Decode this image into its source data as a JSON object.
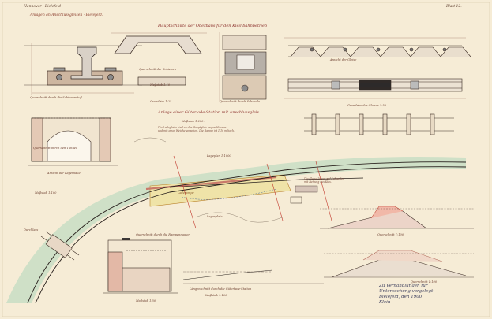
{
  "sheet": {
    "top_left_label": "Hannover - Bielefeld",
    "sheet_label": "Blatt 12.",
    "subtitle": "Anlagen an Anschlussgleisen - Bielefeld.",
    "main_title": "Hauptschnitte der Oberbaus für den Kleinbahnbetrieb",
    "station_title": "Anlage einer Güterlade-Station mit Anschlussgleis",
    "scale_label": "Maßstab 1:250.",
    "signature": "Zu Verhandlungen für\nUntersuchung vorgelegt\nBielefeld, den 1900\nKlein"
  },
  "labels": {
    "cross_section_rail": "Querschnitt durch die Schienenstoß",
    "rail_profile": "Querschnitt der Schienen",
    "rail_scale": "Maßstab 1:10",
    "sleeper_plan": "Querschnitt durch Schwelle",
    "sleeper_scale": "Grundriss 1:25",
    "longitudinal": "Ansicht der Gleise",
    "plan_track": "Grundriss des Gleises 1:50",
    "tunnel": "Querschnitt durch den Tunnel",
    "tunnel_scale": "Maßstab 1:100",
    "gate": "Ansicht der Lagerhalle",
    "station_plan": "Lageplan 1:1000",
    "ramp": "Laderampe",
    "storage": "Lagerplatz",
    "cross_section_a": "Querschnitt 1:100",
    "cross_section_b": "Querschnitt 1:100",
    "long_section": "Längenschnitt durch die Güterlade-Station",
    "foundation": "Querschnitt durch die Rampenmauer",
    "foundation_scale": "Maßstab 1:50",
    "profile_scale": "Maßstab 1:100",
    "culvert": "Durchlass"
  },
  "notes": {
    "station_desc": "Die Ladegleise sind an das Hauptgleis angeschlossen\nund mit einer Weiche versehen. Die Rampe ist 1,10 m hoch.",
    "right_desc": "Die Gleise liegen auf Schwellen\nmit Bettung aus Kies."
  }
}
